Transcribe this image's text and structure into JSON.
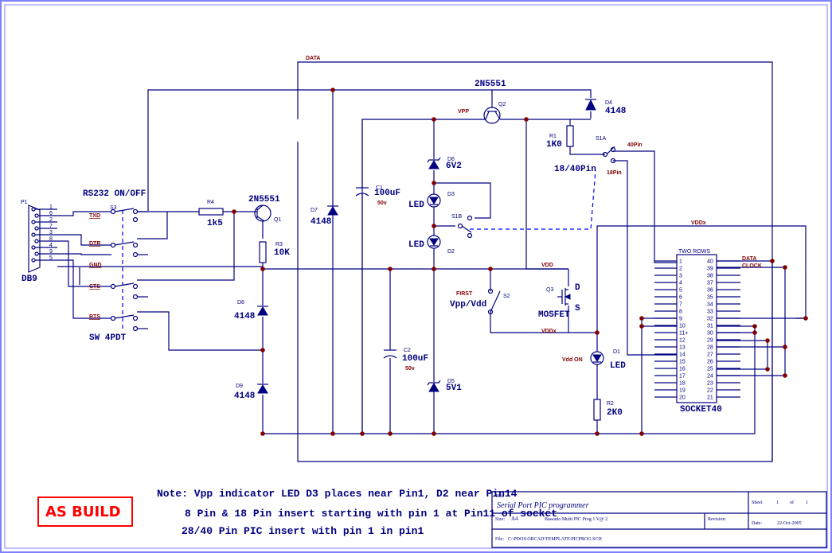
{
  "signals": {
    "data": "DATA",
    "vpp": "VPP",
    "gnd": "GND",
    "vdd": "VDD",
    "vddx": "VDDx",
    "txd": "TXD",
    "dtr": "DTR",
    "cts": "CTS",
    "rts": "RTS",
    "data_pin": "DATA",
    "clock_pin": "CLOCK",
    "pin40": "40Pin",
    "pin18": "18Pin"
  },
  "components": {
    "p1_ref": "P1",
    "p1_name": "DB9",
    "s3_ref": "S3",
    "s3_label": "RS232 ON/OFF",
    "s3_name": "SW 4PDT",
    "r4_ref": "R4",
    "r4_val": "1k5",
    "q1_type": "2N5551",
    "q1_ref": "Q1",
    "r3_ref": "R3",
    "r3_val": "10K",
    "d8_ref": "D8",
    "d8_val": "4148",
    "d9_ref": "D9",
    "d9_val": "4148",
    "d7_ref": "D7",
    "d7_val": "4148",
    "q2_type": "2N5551",
    "q2_ref": "Q2",
    "d4_ref": "D4",
    "d4_val": "4148",
    "c1_ref": "C1",
    "c1_val": "100uF",
    "c1_volt": "50v",
    "c2_ref": "C2",
    "c2_val": "100uF",
    "c2_volt": "50v",
    "d6_ref": "D6",
    "d6_val": "6V2",
    "d5_ref": "D5",
    "d5_val": "5V1",
    "d3_ref": "D3",
    "d3_val": "LED",
    "d2_ref": "D2",
    "d2_val": "LED",
    "s1b_ref": "S1B",
    "r1_ref": "R1",
    "r1_val": "1K0",
    "s1a_ref": "S1A",
    "s1_name": "18/40Pin",
    "s2_ref": "S2",
    "s2_first": "FIRST",
    "s2_name": "Vpp/Vdd",
    "q3_ref": "Q3",
    "q3_name": "MOSFET",
    "q3_d": "D",
    "q3_s": "S",
    "d1_ref": "D1",
    "d1_val": "LED",
    "d1_label": "Vdd ON",
    "r2_ref": "R2",
    "r2_val": "2K0",
    "socket_top": "TWO ROWS",
    "socket_name": "SOCKET40"
  },
  "db9_pins": [
    "1",
    "6",
    "2",
    "7",
    "3",
    "8",
    "4",
    "9",
    "5"
  ],
  "socket_left_pins": [
    "1",
    "2",
    "3",
    "4",
    "5",
    "6",
    "7",
    "8",
    "9",
    "10",
    "11+",
    "12",
    "13",
    "14",
    "15",
    "16",
    "17",
    "18",
    "19",
    "20"
  ],
  "socket_right_pins": [
    "40",
    "39",
    "38",
    "37",
    "36",
    "35",
    "34",
    "33",
    "32",
    "31",
    "30",
    "29",
    "28",
    "27",
    "26",
    "25",
    "24",
    "23",
    "22",
    "21"
  ],
  "notes": [
    "Note: Vpp indicator LED D3 places near Pin1, D2 near Pin14",
    "8 Pin & 18 Pin insert starting with pin 1 at Pin11 of socket",
    "28/40 Pin PIC insert with pin 1 in pin1"
  ],
  "stamp": "AS BUILD",
  "title_block": {
    "title_label": "Title",
    "title": "Serial Port PIC programmer",
    "sheet_label": "Sheet",
    "sheet_num": "1",
    "of_label": "of",
    "sheet_total": "1",
    "size_label": "Size:",
    "size": "A4",
    "doc": "Baseado Multi PIC Prog 1 V@ 2",
    "revision_label": "Revision:",
    "revision": "",
    "date_label": "Date:",
    "date": "22-Oct-2005",
    "file_label": "File:",
    "file": "C:\\PDOS\\ORCAD\\TEMPLATE\\PICPROG.SCH"
  },
  "colors": {
    "wire": "#000080",
    "junction": "#800000",
    "frame": "#8080ff",
    "stamp": "#ff0000",
    "dashed": "#0000ff"
  }
}
